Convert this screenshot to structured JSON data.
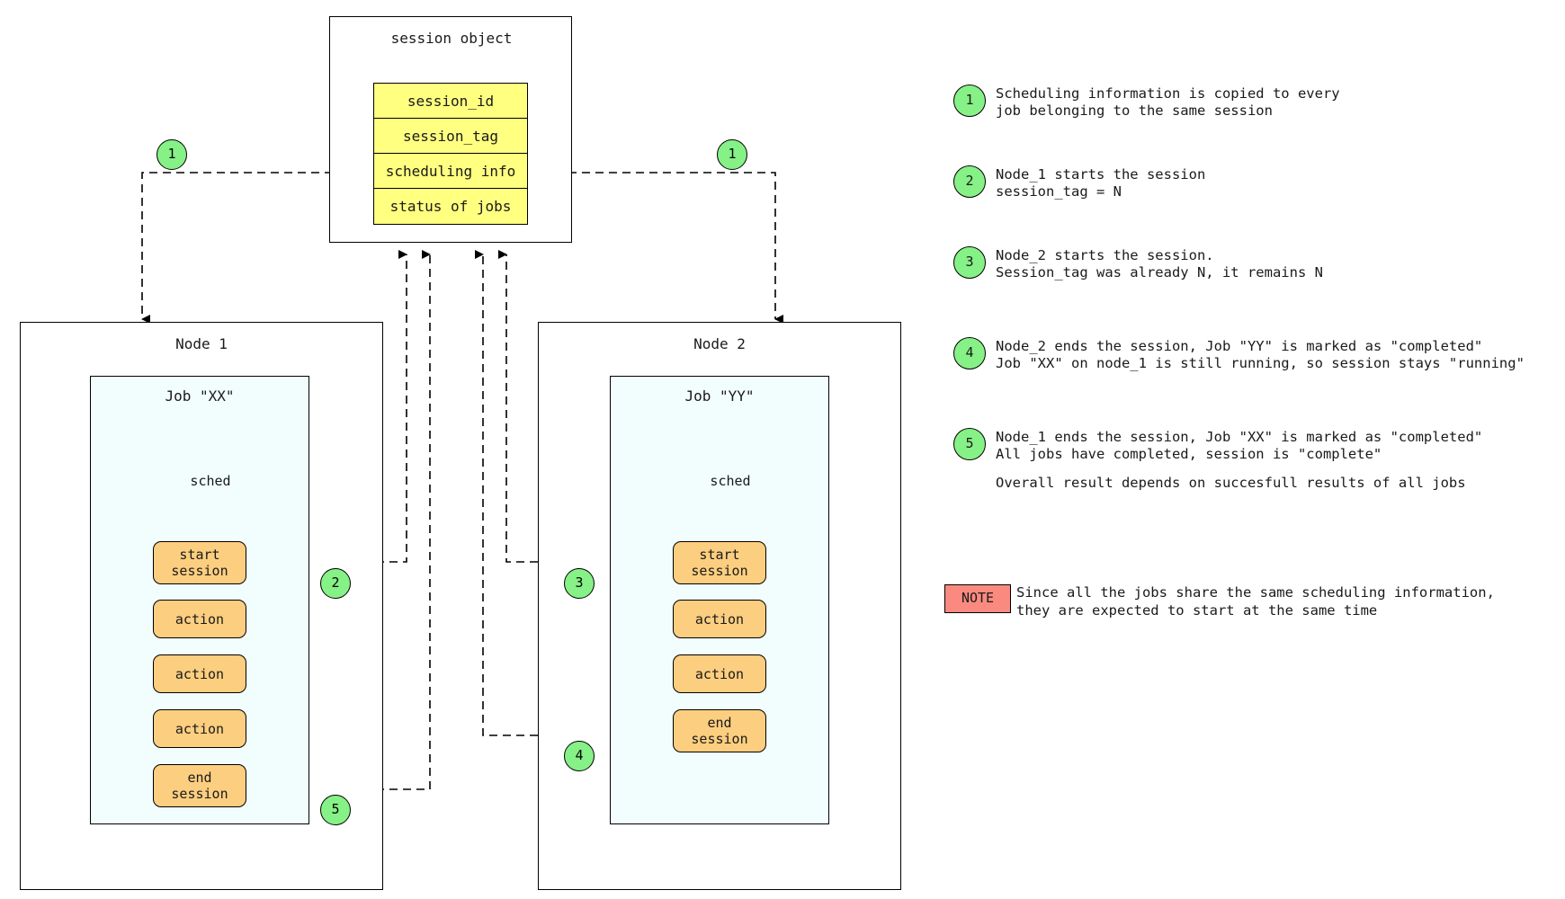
{
  "session_object": {
    "title": "session object",
    "fields": [
      "session_id",
      "session_tag",
      "scheduling info",
      "status of jobs"
    ],
    "fill_color": "#ffff80"
  },
  "nodes": [
    {
      "title": "Node 1",
      "job": {
        "title": "Job \"XX\"",
        "sched_label": "sched",
        "steps": [
          "start\nsession",
          "action",
          "action",
          "action",
          "end\nsession"
        ],
        "fill_color": "#fcce7f",
        "bg_color": "#f2fdfd"
      }
    },
    {
      "title": "Node 2",
      "job": {
        "title": "Job \"YY\"",
        "sched_label": "sched",
        "steps": [
          "start\nsession",
          "action",
          "action",
          "end\nsession"
        ],
        "fill_color": "#fcce7f",
        "bg_color": "#f2fdfd"
      }
    }
  ],
  "diagram_markers": [
    {
      "id": "1",
      "label": "1"
    },
    {
      "id": "1b",
      "label": "1"
    },
    {
      "id": "2",
      "label": "2"
    },
    {
      "id": "3",
      "label": "3"
    },
    {
      "id": "4",
      "label": "4"
    },
    {
      "id": "5",
      "label": "5"
    }
  ],
  "legend": {
    "marker_color": "#86f186",
    "items": [
      {
        "num": "1",
        "line1": "Scheduling information is copied to every",
        "line2": "job belonging to the same session"
      },
      {
        "num": "2",
        "line1": "Node_1 starts the session",
        "line2": "session_tag = N"
      },
      {
        "num": "3",
        "line1": "Node_2 starts the session.",
        "line2": "Session_tag was already N, it remains N"
      },
      {
        "num": "4",
        "line1": "Node_2 ends the session, Job \"YY\" is marked as \"completed\"",
        "line2": "Job \"XX\" on node_1 is still running, so session stays \"running\""
      },
      {
        "num": "5",
        "line1": "Node_1 ends the session, Job \"XX\" is marked as \"completed\"",
        "line2": "All jobs have completed, session is \"complete\""
      }
    ],
    "overall": "Overall result depends on succesfull results of all jobs"
  },
  "note": {
    "badge": "NOTE",
    "line1": "Since all the jobs share the same scheduling information,",
    "line2": "they are expected to start at the same time",
    "badge_color": "#fa8a80"
  }
}
